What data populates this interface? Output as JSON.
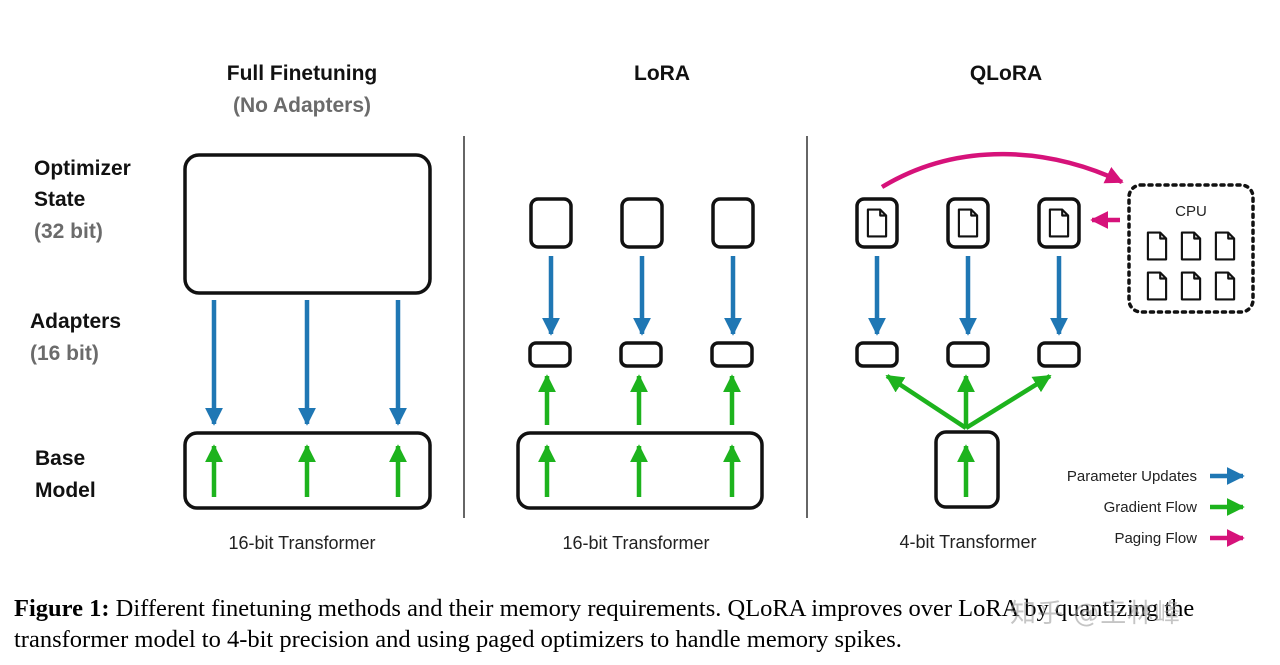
{
  "columns": {
    "full": {
      "title": "Full Finetuning",
      "subtitle": "(No Adapters)",
      "footer": "16-bit Transformer"
    },
    "lora": {
      "title": "LoRA",
      "footer": "16-bit Transformer"
    },
    "qlora": {
      "title": "QLoRA",
      "footer": "4-bit Transformer"
    }
  },
  "row_labels": {
    "optimizer": {
      "line1": "Optimizer",
      "line2": "State",
      "line3": "(32 bit)"
    },
    "adapters": {
      "line1": "Adapters",
      "line2": "(16 bit)"
    },
    "base": {
      "line1": "Base",
      "line2": "Model"
    }
  },
  "cpu": {
    "label": "CPU"
  },
  "legend": [
    {
      "label": "Parameter Updates",
      "color": "#1f77b4"
    },
    {
      "label": "Gradient Flow",
      "color": "#1db31d"
    },
    {
      "label": "Paging Flow",
      "color": "#d6127a"
    }
  ],
  "caption": {
    "label": "Figure 1:",
    "text": "Different finetuning methods and their memory requirements. QLoRA improves over LoRA by quantizing the transformer model to 4-bit precision and using paged optimizers to handle memory spikes."
  },
  "watermark": "知乎 @王林峰"
}
